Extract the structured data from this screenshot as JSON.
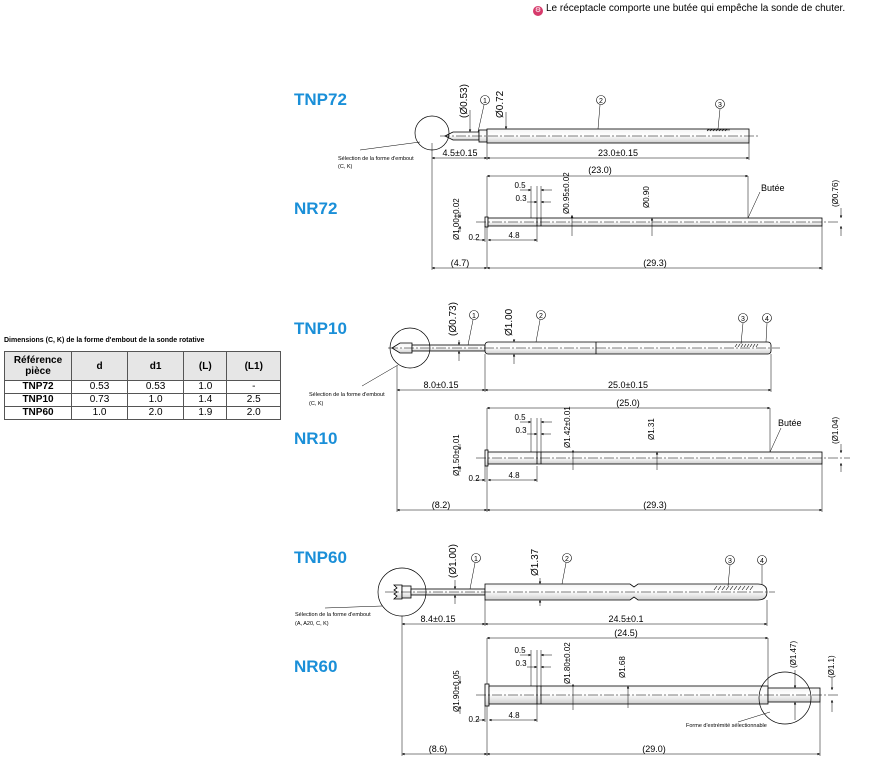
{
  "header_note": {
    "icon": "tool-badge-icon",
    "text": "Le réceptacle comporte une butée qui empêche la sonde de chuter."
  },
  "table": {
    "caption": "Dimensions (C, K) de la forme d'embout de la sonde rotative",
    "headers": [
      "Référence pièce",
      "d",
      "d1",
      "(L)",
      "(L1)"
    ],
    "rows": [
      [
        "TNP72",
        "0.53",
        "0.53",
        "1.0",
        "-"
      ],
      [
        "TNP10",
        "0.73",
        "1.0",
        "1.4",
        "2.5"
      ],
      [
        "TNP60",
        "1.0",
        "2.0",
        "1.9",
        "2.0"
      ]
    ]
  },
  "groups": [
    {
      "probe": {
        "title": "TNP72",
        "tip_note": [
          "Sélection de la forme d'embout",
          "(C, K)"
        ],
        "diameters": [
          "(Ø0.53)",
          "Ø0.72"
        ],
        "callouts": [
          "1",
          "2",
          "3"
        ],
        "lengths": [
          "4.5±0.15",
          "23.0±0.15"
        ]
      },
      "receptacle": {
        "title": "NR72",
        "overall": "(23.0)",
        "steps": [
          "0.5",
          "0.3"
        ],
        "diameters": [
          "Ø1.00±0.02",
          "Ø0.95±0.02",
          "Ø0.90",
          "(Ø0.76)"
        ],
        "stop_label": "Butée",
        "small_dims": [
          "0.2",
          "4.8"
        ],
        "lengths": [
          "(4.7)",
          "(29.3)"
        ]
      }
    },
    {
      "probe": {
        "title": "TNP10",
        "tip_note": [
          "Sélection de la forme d'embout",
          "(C, K)"
        ],
        "diameters": [
          "(Ø0.73)",
          "Ø1.00"
        ],
        "callouts": [
          "1",
          "2",
          "3",
          "4"
        ],
        "lengths": [
          "8.0±0.15",
          "25.0±0.15"
        ]
      },
      "receptacle": {
        "title": "NR10",
        "overall": "(25.0)",
        "steps": [
          "0.5",
          "0.3"
        ],
        "diameters": [
          "Ø1.50±0.01",
          "Ø1.42±0.01",
          "Ø1.31",
          "(Ø1.04)"
        ],
        "stop_label": "Butée",
        "small_dims": [
          "0.2",
          "4.8"
        ],
        "lengths": [
          "(8.2)",
          "(29.3)"
        ]
      }
    },
    {
      "probe": {
        "title": "TNP60",
        "tip_note": [
          "Sélection de la forme d'embout",
          "(A, A20, C, K)"
        ],
        "diameters": [
          "(Ø1.00)",
          "Ø1.37"
        ],
        "callouts": [
          "1",
          "2",
          "3",
          "4"
        ],
        "lengths": [
          "8.4±0.15",
          "24.5±0.1"
        ]
      },
      "receptacle": {
        "title": "NR60",
        "overall": "(24.5)",
        "steps": [
          "0.5",
          "0.3"
        ],
        "diameters": [
          "Ø1.90±0.05",
          "Ø1.80±0.02",
          "Ø1.68",
          "(Ø1.47)",
          "(Ø1.1)"
        ],
        "end_note": "Forme d'extrémité sélectionnable",
        "small_dims": [
          "0.2",
          "4.8"
        ],
        "lengths": [
          "(8.6)",
          "(29.0)"
        ]
      }
    }
  ]
}
